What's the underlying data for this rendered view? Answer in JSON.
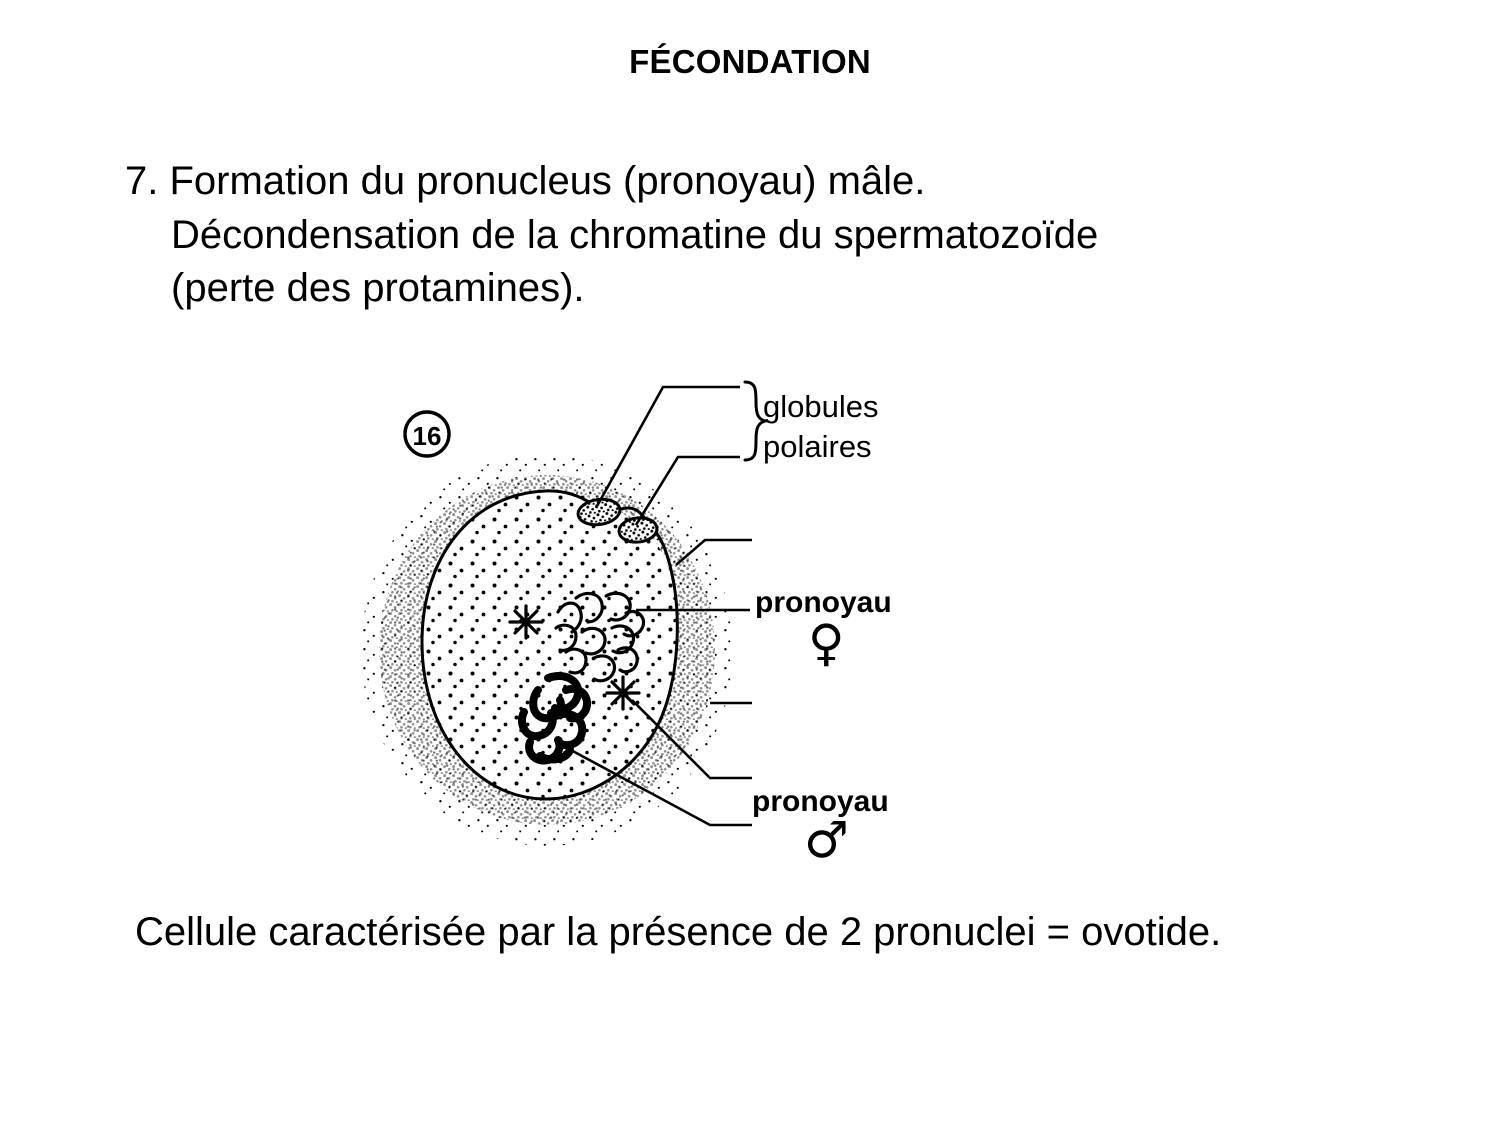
{
  "slide": {
    "title": "FÉCONDATION",
    "body_lines": [
      {
        "text": "7. Formation du pronucleus (pronoyau) mâle.",
        "indent": false
      },
      {
        "text": "Décondensation de la chromatine du spermatozoïde",
        "indent": true
      },
      {
        "text": "(perte des protamines).",
        "indent": true
      }
    ],
    "caption": "Cellule caractérisée par la présence de 2 pronuclei = ovotide."
  },
  "figure": {
    "number_badge": "16",
    "labels": {
      "globules": "globules",
      "polaires": "polaires",
      "pronoyau_female": "pronoyau",
      "pronoyau_male": "pronoyau",
      "symbol_female": "♀",
      "symbol_male": "♂"
    },
    "icon_names": [
      "zona-pellucida-stipple",
      "cell-membrane-outline",
      "polar-body-oval",
      "female-pronucleus-chromatin",
      "male-pronucleus-chromatin",
      "aster-star",
      "curly-brace",
      "leader-line"
    ]
  },
  "colors": {
    "ink": "#000000",
    "background": "#ffffff"
  }
}
